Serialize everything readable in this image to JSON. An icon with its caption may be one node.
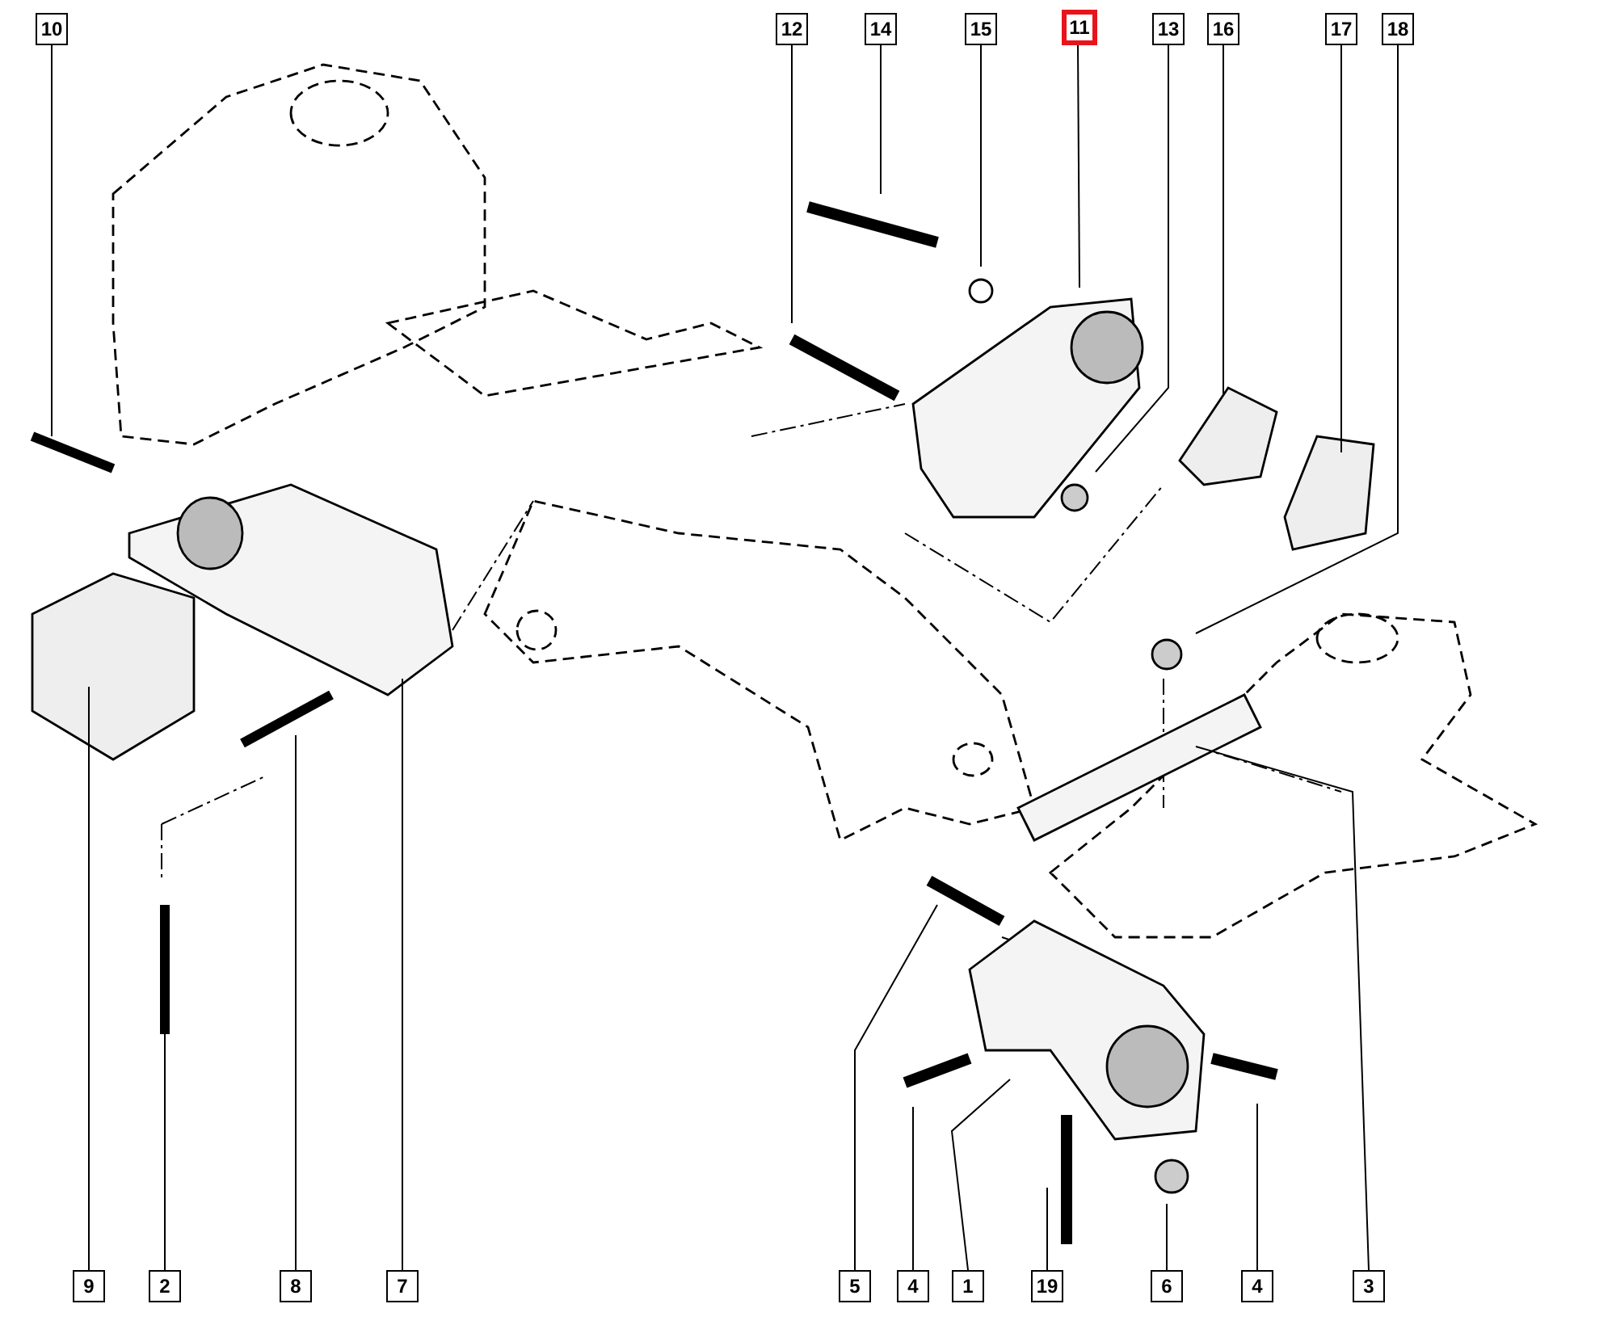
{
  "diagram": {
    "nodes": [
      {
        "text": [
          "10"
        ]
      },
      {
        "text": [
          "12"
        ]
      },
      {
        "text": [
          "14"
        ]
      },
      {
        "text": [
          "15"
        ]
      },
      {
        "text": [
          "11"
        ]
      },
      {
        "text": [
          "13"
        ]
      },
      {
        "text": [
          "16"
        ]
      },
      {
        "text": [
          "17"
        ]
      },
      {
        "text": [
          "18"
        ]
      },
      {
        "text": [
          "9"
        ]
      },
      {
        "text": [
          "2"
        ]
      },
      {
        "text": [
          "8"
        ]
      },
      {
        "text": [
          "7"
        ]
      },
      {
        "text": [
          "5"
        ]
      },
      {
        "text": [
          "4"
        ]
      },
      {
        "text": [
          "1"
        ]
      },
      {
        "text": [
          "19"
        ]
      },
      {
        "text": [
          "6"
        ]
      },
      {
        "text": [
          "4"
        ]
      },
      {
        "text": [
          "3"
        ]
      }
    ],
    "edges": [
      {
        "from": 0,
        "to": null,
        "arrow": "none"
      },
      {
        "from": 1,
        "to": null,
        "arrow": "none"
      },
      {
        "from": 2,
        "to": null,
        "arrow": "none"
      },
      {
        "from": 3,
        "to": null,
        "arrow": "none"
      },
      {
        "from": 4,
        "to": null,
        "arrow": "none"
      },
      {
        "from": 5,
        "to": null,
        "arrow": "none"
      },
      {
        "from": 6,
        "to": null,
        "arrow": "none"
      },
      {
        "from": 7,
        "to": null,
        "arrow": "none"
      },
      {
        "from": 8,
        "to": null,
        "arrow": "none"
      },
      {
        "from": 9,
        "to": null,
        "arrow": "none"
      },
      {
        "from": 10,
        "to": null,
        "arrow": "none"
      },
      {
        "from": 11,
        "to": null,
        "arrow": "none"
      },
      {
        "from": 12,
        "to": null,
        "arrow": "none"
      },
      {
        "from": 13,
        "to": null,
        "arrow": "none"
      },
      {
        "from": 14,
        "to": null,
        "arrow": "none"
      },
      {
        "from": 15,
        "to": null,
        "arrow": "none"
      },
      {
        "from": 16,
        "to": null,
        "arrow": "none"
      },
      {
        "from": 17,
        "to": null,
        "arrow": "none"
      },
      {
        "from": 18,
        "to": null,
        "arrow": "none"
      },
      {
        "from": 19,
        "to": null,
        "arrow": "none"
      }
    ]
  }
}
